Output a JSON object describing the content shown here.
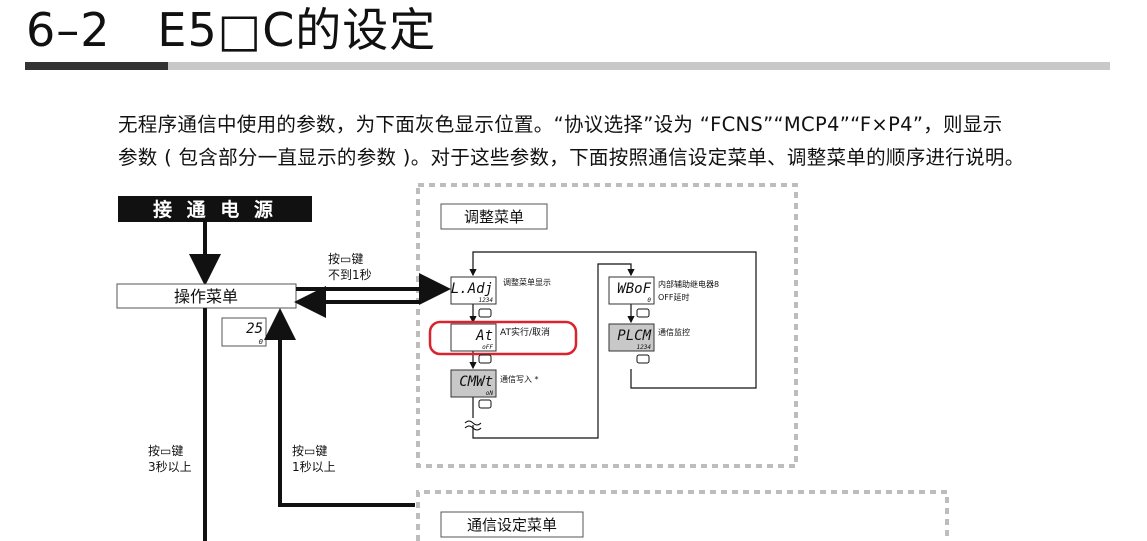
{
  "title": "6–2   E5□C的设定",
  "intro": {
    "line1": "无程序通信中使用的参数，为下面灰色显示位置。“协议选择”设为 “FCNS”“MCP4”“F×P4”，则显示",
    "line2": "参数 ( 包含部分一直显示的参数 )。对于这些参数，下面按照通信设定菜单、调整菜单的顺序进行说明。"
  },
  "diagram": {
    "power_on": "接 通 电 源",
    "operation_menu": "操作菜单",
    "operation_display": {
      "top": "25",
      "bottom": "0"
    },
    "key_less_1s": {
      "line1": "按▭键",
      "line2": "不到1秒"
    },
    "key_3s": {
      "line1": "按▭键",
      "line2": "3秒以上"
    },
    "key_1s": {
      "line1": "按▭键",
      "line2": "1秒以上"
    },
    "adjust_menu": {
      "title": "调整菜单",
      "params": [
        {
          "code": "L.Adj",
          "value": "1234",
          "label": "调整菜单显示",
          "gray": false
        },
        {
          "code": "At",
          "value": "oFF",
          "label": "AT实行/取消",
          "gray": false,
          "highlighted": true
        },
        {
          "code": "CMWt",
          "value": "oN",
          "label": "通信写入 *",
          "gray": true
        },
        {
          "code": "WBoF",
          "value": "0",
          "label": "内部辅助继电器8",
          "label2": "OFF延时",
          "gray": false
        },
        {
          "code": "PLCM",
          "value": "1234",
          "label": "通信监控",
          "gray": true
        }
      ]
    },
    "comm_menu": {
      "title": "通信设定菜单"
    },
    "colors": {
      "highlight": "#d9232e",
      "gray_fill": "#c8c8c8",
      "dashed": "#bdbdbd"
    }
  }
}
